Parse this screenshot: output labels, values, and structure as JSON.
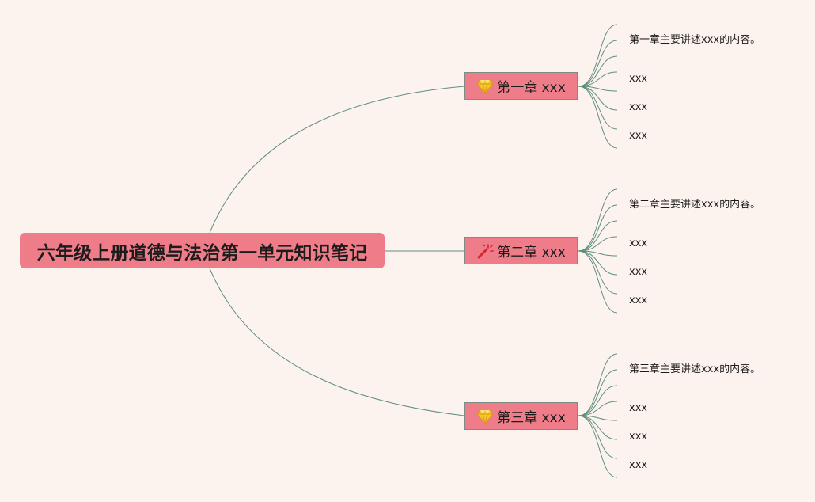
{
  "root": {
    "title": "六年级上册道德与法治第一单元知识笔记"
  },
  "chapters": [
    {
      "label": "第一章 xxx",
      "icon": "gem-icon",
      "items": [
        "第一章主要讲述xxx的内容。",
        "xxx",
        "xxx",
        "xxx"
      ]
    },
    {
      "label": "第二章 xxx",
      "icon": "magic-wand-icon",
      "items": [
        "第二章主要讲述xxx的内容。",
        "xxx",
        "xxx",
        "xxx"
      ]
    },
    {
      "label": "第三章 xxx",
      "icon": "gem-icon",
      "items": [
        "第三章主要讲述xxx的内容。",
        "xxx",
        "xxx",
        "xxx"
      ]
    }
  ],
  "colors": {
    "background": "#fdf3ee",
    "node_fill": "#ef7d89",
    "connector": "#5f8f7c"
  }
}
